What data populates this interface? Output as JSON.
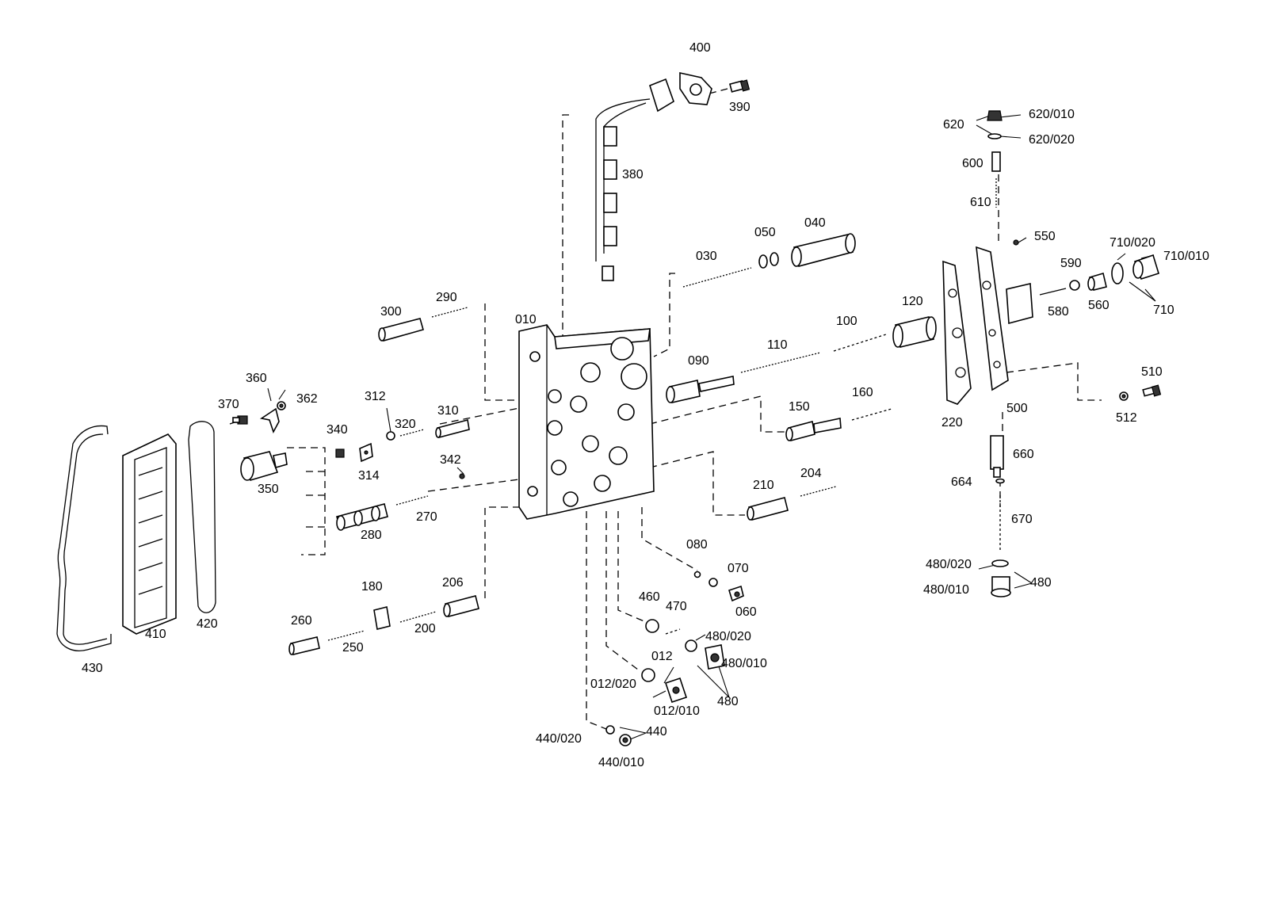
{
  "labels": [
    {
      "id": "p400",
      "text": "400"
    },
    {
      "id": "p390",
      "text": "390"
    },
    {
      "id": "p380",
      "text": "380"
    },
    {
      "id": "p030",
      "text": "030"
    },
    {
      "id": "p050",
      "text": "050"
    },
    {
      "id": "p040",
      "text": "040"
    },
    {
      "id": "p300",
      "text": "300"
    },
    {
      "id": "p290",
      "text": "290"
    },
    {
      "id": "p010",
      "text": "010"
    },
    {
      "id": "p110",
      "text": "110"
    },
    {
      "id": "p100",
      "text": "100"
    },
    {
      "id": "p120",
      "text": "120"
    },
    {
      "id": "p090",
      "text": "090"
    },
    {
      "id": "p360",
      "text": "360"
    },
    {
      "id": "p362",
      "text": "362"
    },
    {
      "id": "p370",
      "text": "370"
    },
    {
      "id": "p312",
      "text": "312"
    },
    {
      "id": "p310",
      "text": "310"
    },
    {
      "id": "p320",
      "text": "320"
    },
    {
      "id": "p150",
      "text": "150"
    },
    {
      "id": "p160",
      "text": "160"
    },
    {
      "id": "p340",
      "text": "340"
    },
    {
      "id": "p314",
      "text": "314"
    },
    {
      "id": "p350",
      "text": "350"
    },
    {
      "id": "p342",
      "text": "342"
    },
    {
      "id": "p210",
      "text": "210"
    },
    {
      "id": "p204",
      "text": "204"
    },
    {
      "id": "p270",
      "text": "270"
    },
    {
      "id": "p280",
      "text": "280"
    },
    {
      "id": "p080",
      "text": "080"
    },
    {
      "id": "p070",
      "text": "070"
    },
    {
      "id": "p060",
      "text": "060"
    },
    {
      "id": "p180",
      "text": "180"
    },
    {
      "id": "p206",
      "text": "206"
    },
    {
      "id": "p460",
      "text": "460"
    },
    {
      "id": "p470",
      "text": "470"
    },
    {
      "id": "p480020a",
      "text": "480/020"
    },
    {
      "id": "p480010a",
      "text": "480/010"
    },
    {
      "id": "p480a",
      "text": "480"
    },
    {
      "id": "p260",
      "text": "260"
    },
    {
      "id": "p250",
      "text": "250"
    },
    {
      "id": "p200",
      "text": "200"
    },
    {
      "id": "p410",
      "text": "410"
    },
    {
      "id": "p420",
      "text": "420"
    },
    {
      "id": "p430",
      "text": "430"
    },
    {
      "id": "p012",
      "text": "012"
    },
    {
      "id": "p012020",
      "text": "012/020"
    },
    {
      "id": "p012010",
      "text": "012/010"
    },
    {
      "id": "p440020",
      "text": "440/020"
    },
    {
      "id": "p440",
      "text": "440"
    },
    {
      "id": "p440010",
      "text": "440/010"
    },
    {
      "id": "p620",
      "text": "620"
    },
    {
      "id": "p620010",
      "text": "620/010"
    },
    {
      "id": "p620020",
      "text": "620/020"
    },
    {
      "id": "p600",
      "text": "600"
    },
    {
      "id": "p610",
      "text": "610"
    },
    {
      "id": "p550",
      "text": "550"
    },
    {
      "id": "p710020",
      "text": "710/020"
    },
    {
      "id": "p710010",
      "text": "710/010"
    },
    {
      "id": "p590",
      "text": "590"
    },
    {
      "id": "p580",
      "text": "580"
    },
    {
      "id": "p560",
      "text": "560"
    },
    {
      "id": "p710",
      "text": "710"
    },
    {
      "id": "p220",
      "text": "220"
    },
    {
      "id": "p500",
      "text": "500"
    },
    {
      "id": "p510",
      "text": "510"
    },
    {
      "id": "p512",
      "text": "512"
    },
    {
      "id": "p660",
      "text": "660"
    },
    {
      "id": "p664",
      "text": "664"
    },
    {
      "id": "p670",
      "text": "670"
    },
    {
      "id": "p480020b",
      "text": "480/020"
    },
    {
      "id": "p480010b",
      "text": "480/010"
    },
    {
      "id": "p480b",
      "text": "480"
    }
  ]
}
